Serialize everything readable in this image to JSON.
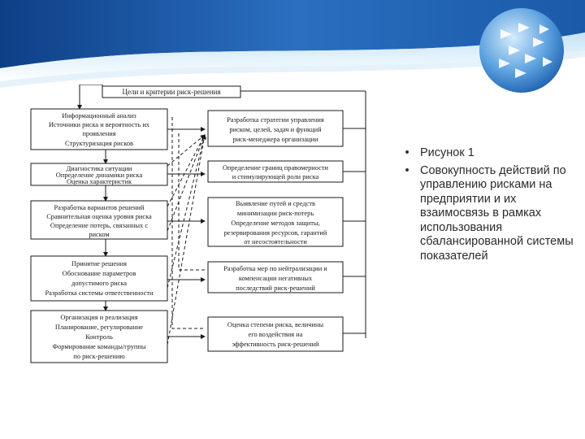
{
  "diagram": {
    "title": "Цели и критерии риск-решения",
    "left_boxes": [
      {
        "lines": [
          "Информационный анализ",
          "Источники риска и вероятность их",
          "проявления",
          "Структуризация рисков"
        ]
      },
      {
        "lines": [
          "Диагностика ситуации",
          "Определение динамики риска",
          "Оценка характеристик"
        ]
      },
      {
        "lines": [
          "Разработка вариантов решений",
          "Сравнительная оценка уровня риска",
          "Определение потерь, связанных с",
          "риском"
        ]
      },
      {
        "lines": [
          "Принятие решения",
          "Обоснование параметров",
          "допустимого риска",
          "Разработка системы ответственности"
        ]
      },
      {
        "lines": [
          "Организация и реализация",
          "Планирование, регулирование",
          "Контроль",
          "Формирование команды/группы",
          "по риск-решению"
        ]
      }
    ],
    "right_boxes": [
      {
        "lines": [
          "Разработка стратегии управления",
          "риском, целей, задач и функций",
          "риск-менеджера организации"
        ]
      },
      {
        "lines": [
          "Определение границ правомерности",
          "и стимулирующей роли риска"
        ]
      },
      {
        "lines": [
          "Выявление путей и средств",
          "минимизации риск-потерь",
          "Определение методов защиты,",
          "резервирования ресурсов, гарантий",
          "от несостоятельности"
        ]
      },
      {
        "lines": [
          "Разработка мер по нейтрализации и",
          "компенсации негативных",
          "последствий риск-решений"
        ]
      },
      {
        "lines": [
          "Оценка степени риска, величины",
          "его воздействия на",
          "эффективность риск-решений"
        ]
      }
    ]
  },
  "bullets": [
    {
      "text": "Рисунок 1"
    },
    {
      "text": "Совокупность действий по управлению рисками на предприятии и их взаимосвязь в рамках использования сбалансированной системы показателей"
    }
  ],
  "colors": {
    "banner_top": "#1f5fae",
    "banner_light": "#8fc3ea",
    "globe": "#2f74c8",
    "lines": "#1a1a1a"
  },
  "icons": {
    "bullet": "•"
  }
}
